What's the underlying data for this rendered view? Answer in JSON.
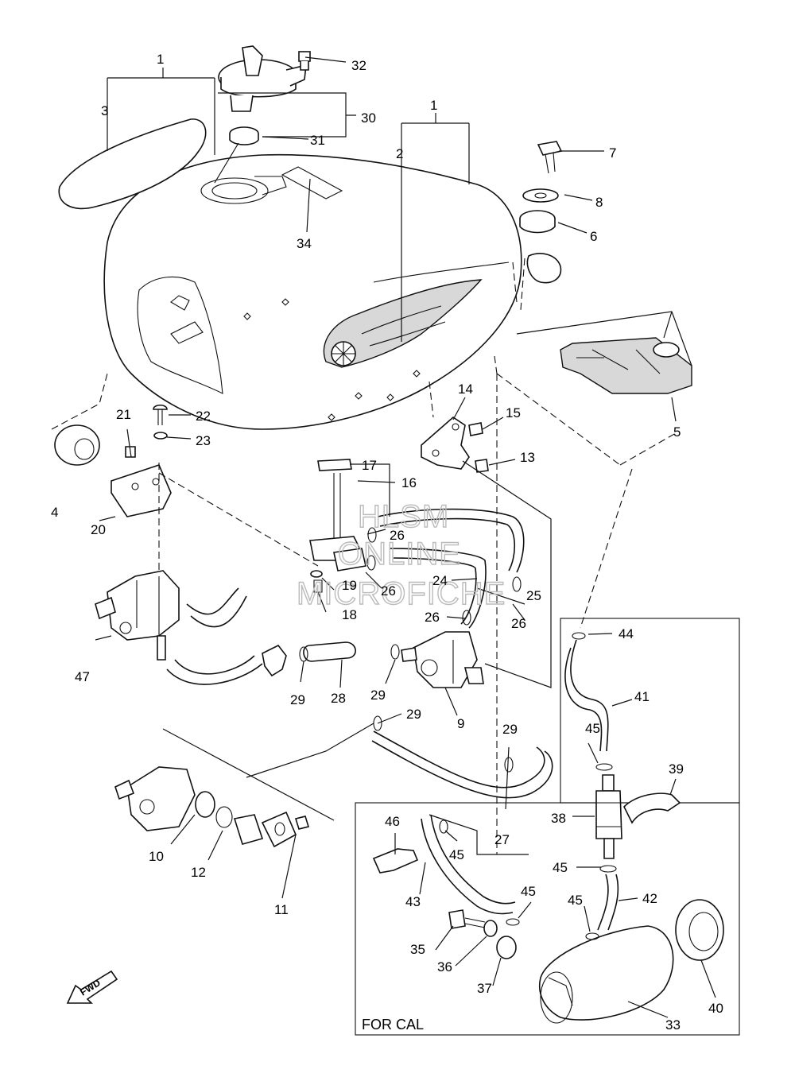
{
  "watermark": {
    "line1": "HLSM",
    "line2": "ONLINE",
    "line3": "MICROFICHE"
  },
  "for_cal_label": "FOR CAL",
  "fwd_label": "FWD",
  "callouts": {
    "c1a": "1",
    "c1b": "1",
    "c2": "2",
    "c3": "3",
    "c4": "4",
    "c5": "5",
    "c6": "6",
    "c7": "7",
    "c8": "8",
    "c9": "9",
    "c10": "10",
    "c11": "11",
    "c12": "12",
    "c13": "13",
    "c14": "14",
    "c15": "15",
    "c16": "16",
    "c17": "17",
    "c18": "18",
    "c19": "19",
    "c20": "20",
    "c21": "21",
    "c22": "22",
    "c23": "23",
    "c24": "24",
    "c25": "25",
    "c26a": "26",
    "c26b": "26",
    "c26c": "26",
    "c26d": "26",
    "c27": "27",
    "c28": "28",
    "c29a": "29",
    "c29b": "29",
    "c29c": "29",
    "c29d": "29",
    "c30": "30",
    "c31": "31",
    "c32": "32",
    "c33": "33",
    "c34": "34",
    "c35": "35",
    "c36": "36",
    "c37": "37",
    "c38": "38",
    "c39": "39",
    "c40": "40",
    "c41": "41",
    "c42": "42",
    "c43": "43",
    "c44": "44",
    "c45a": "45",
    "c45b": "45",
    "c45c": "45",
    "c45d": "45",
    "c45e": "45",
    "c46": "46",
    "c47": "47"
  }
}
